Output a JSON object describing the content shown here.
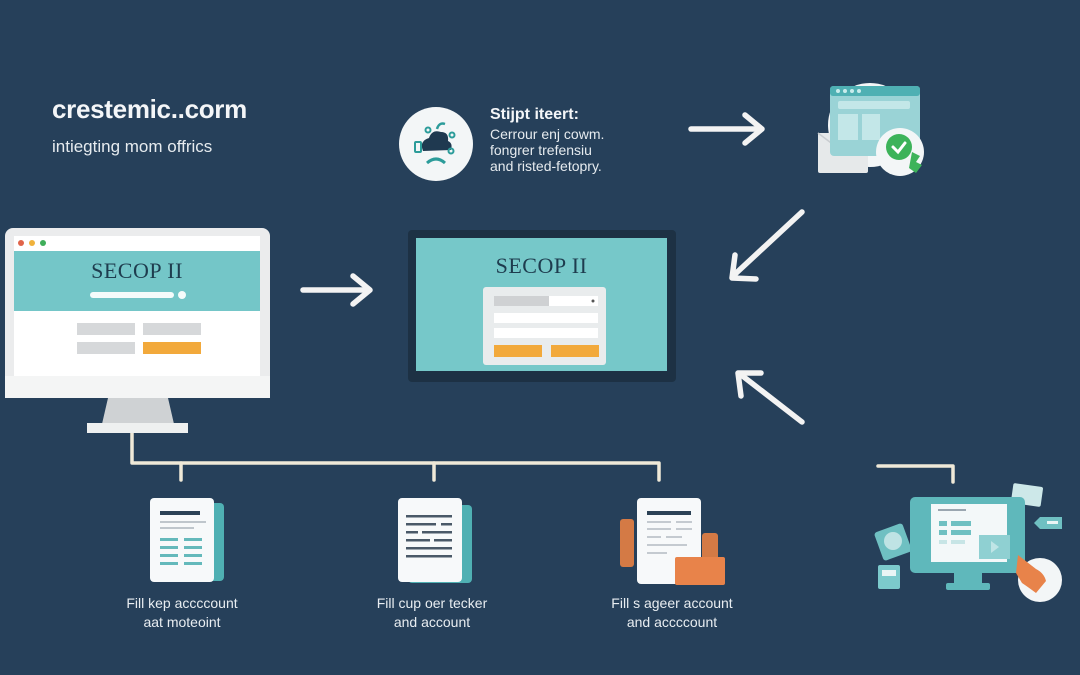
{
  "header": {
    "brand": "crestemic..corm",
    "tagline": "intiegting mom offrics"
  },
  "step_note": {
    "icon": "cloud-network-icon",
    "title": "Stijpt iteert:",
    "lines": [
      "Cerrour enj cowm.",
      "fongrer trefensiu",
      "and risted-fetopry."
    ]
  },
  "left_monitor": {
    "site_title": "SECOP II",
    "window_dots": [
      "#e0644a",
      "#f0b23c",
      "#3fae5a"
    ]
  },
  "center_screen": {
    "site_title": "SECOP II"
  },
  "documents": [
    {
      "icon": "spreadsheet-document-icon",
      "caption_lines": [
        "Fill kep accccount",
        "aat moteoint"
      ]
    },
    {
      "icon": "text-document-icon",
      "caption_lines": [
        "Fill cup oer tecker",
        "and account"
      ]
    },
    {
      "icon": "document-with-folders-icon",
      "caption_lines": [
        "Fill s ageer account",
        "and accccount"
      ]
    }
  ],
  "colors": {
    "background": "#26405a",
    "teal": "#74c6c8",
    "orange": "#f2a93b",
    "green_check": "#3db35a",
    "hand_orange": "#e8834a",
    "white": "#f4f6f8"
  }
}
